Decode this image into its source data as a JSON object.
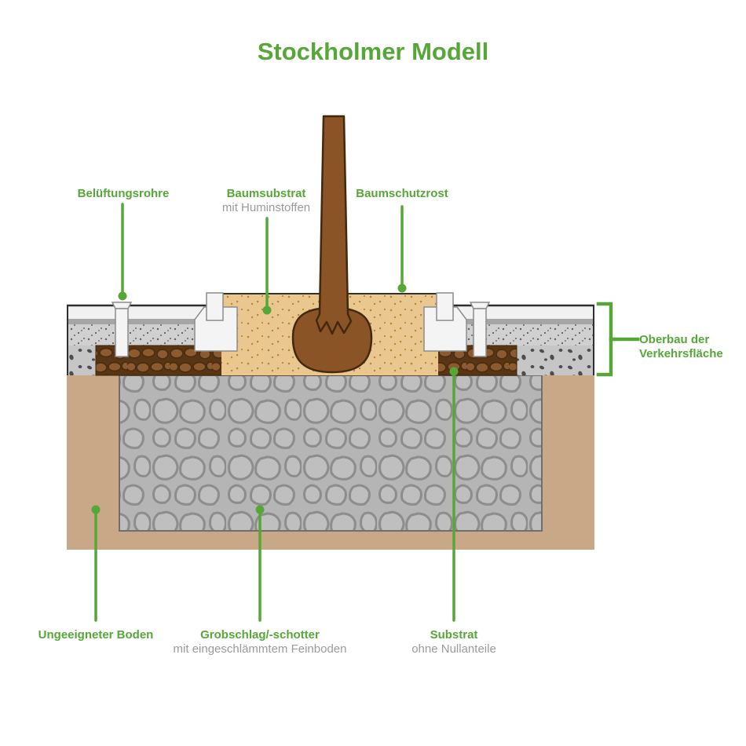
{
  "title": "Stockholmer Modell",
  "colors": {
    "accent_green": "#57a738",
    "sublabel_gray": "#9a9a9a",
    "trunk_brown": "#8a5426",
    "trunk_outline": "#42290e",
    "tree_pit_substrate_tan": "#eac78e",
    "unsuitable_soil_tan": "#c9a887",
    "coarse_gravel_gray": "#b5b5b5",
    "substrate_rock_brown": "#8b5b2f",
    "pavement_surface": "#f1f1f1"
  },
  "labels": {
    "beluftungsrohre": {
      "label": "Belüftungsrohre"
    },
    "baumsubstrat": {
      "label": "Baumsubstrat",
      "sublabel": "mit Huminstoffen"
    },
    "baumschutzrost": {
      "label": "Baumschutzrost"
    },
    "oberbau": {
      "label": "Oberbau der",
      "sublabel": "Verkehrsfläche"
    },
    "ungeeigneter_boden": {
      "label": "Ungeeigneter Boden"
    },
    "grobschlag": {
      "label": "Grobschlag/-schotter",
      "sublabel": "mit eingeschlämmtem Feinboden"
    },
    "substrat": {
      "label": "Substrat",
      "sublabel": "ohne Nullanteile"
    }
  }
}
